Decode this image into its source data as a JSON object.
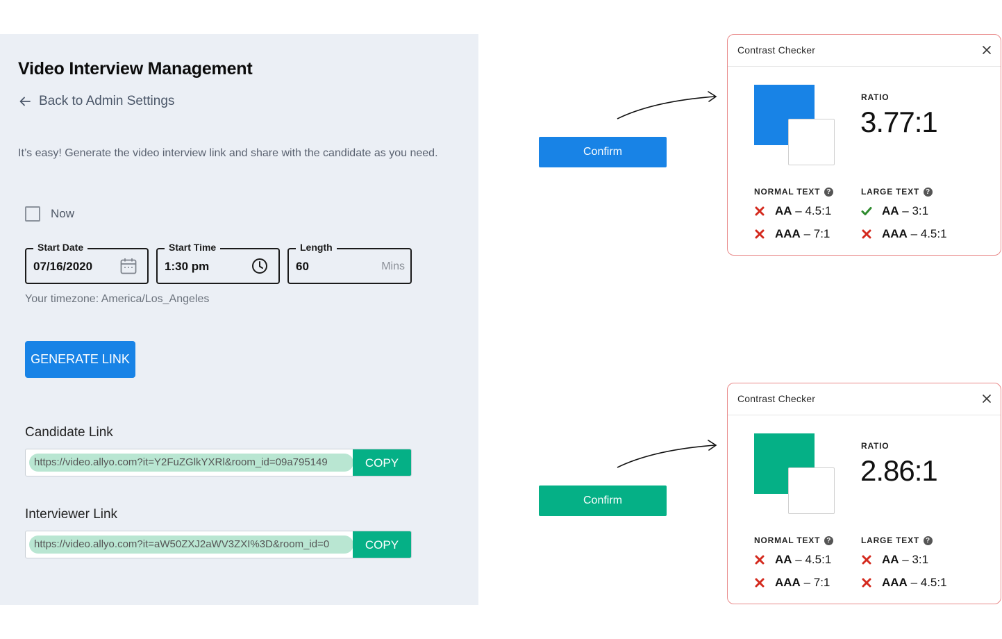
{
  "page": {
    "title": "Video Interview Management",
    "back_label": "Back to Admin Settings",
    "intro": "It’s easy! Generate the video interview link and share with the candidate as you need.",
    "now_label": "Now",
    "start_date": {
      "label": "Start Date",
      "value": "07/16/2020"
    },
    "start_time": {
      "label": "Start Time",
      "value": "1:30 pm"
    },
    "length": {
      "label": "Length",
      "value": "60",
      "suffix": "Mins"
    },
    "timezone": "Your timezone: America/Los_Angeles",
    "generate_label": "GENERATE LINK",
    "candidate": {
      "label": "Candidate Link",
      "url": "https://video.allyo.com?it=Y2FuZGlkYXRl&room_id=09a795149",
      "copy": "COPY"
    },
    "interviewer": {
      "label": "Interviewer Link",
      "url": "https://video.allyo.com?it=aW50ZXJ2aWV3ZXI%3D&room_id=0",
      "copy": "COPY"
    }
  },
  "examples": [
    {
      "confirm_label": "Confirm",
      "color": "#1883e6",
      "checker": {
        "title": "Contrast Checker",
        "ratio_label": "RATIO",
        "ratio": "3.77:1",
        "normal_label": "NORMAL TEXT",
        "large_label": "LARGE TEXT",
        "normal": [
          {
            "level": "AA",
            "req": "– 4.5:1",
            "pass": false
          },
          {
            "level": "AAA",
            "req": "– 7:1",
            "pass": false
          }
        ],
        "large": [
          {
            "level": "AA",
            "req": "– 3:1",
            "pass": true
          },
          {
            "level": "AAA",
            "req": "– 4.5:1",
            "pass": false
          }
        ]
      }
    },
    {
      "confirm_label": "Confirm",
      "color": "#05b086",
      "checker": {
        "title": "Contrast Checker",
        "ratio_label": "RATIO",
        "ratio": "2.86:1",
        "normal_label": "NORMAL TEXT",
        "large_label": "LARGE TEXT",
        "normal": [
          {
            "level": "AA",
            "req": "– 4.5:1",
            "pass": false
          },
          {
            "level": "AAA",
            "req": "– 7:1",
            "pass": false
          }
        ],
        "large": [
          {
            "level": "AA",
            "req": "– 3:1",
            "pass": false
          },
          {
            "level": "AAA",
            "req": "– 4.5:1",
            "pass": false
          }
        ]
      }
    }
  ],
  "colors": {
    "pass": "#2e8b2e",
    "fail": "#d42a1e",
    "panel_bg": "#ebeff5"
  }
}
